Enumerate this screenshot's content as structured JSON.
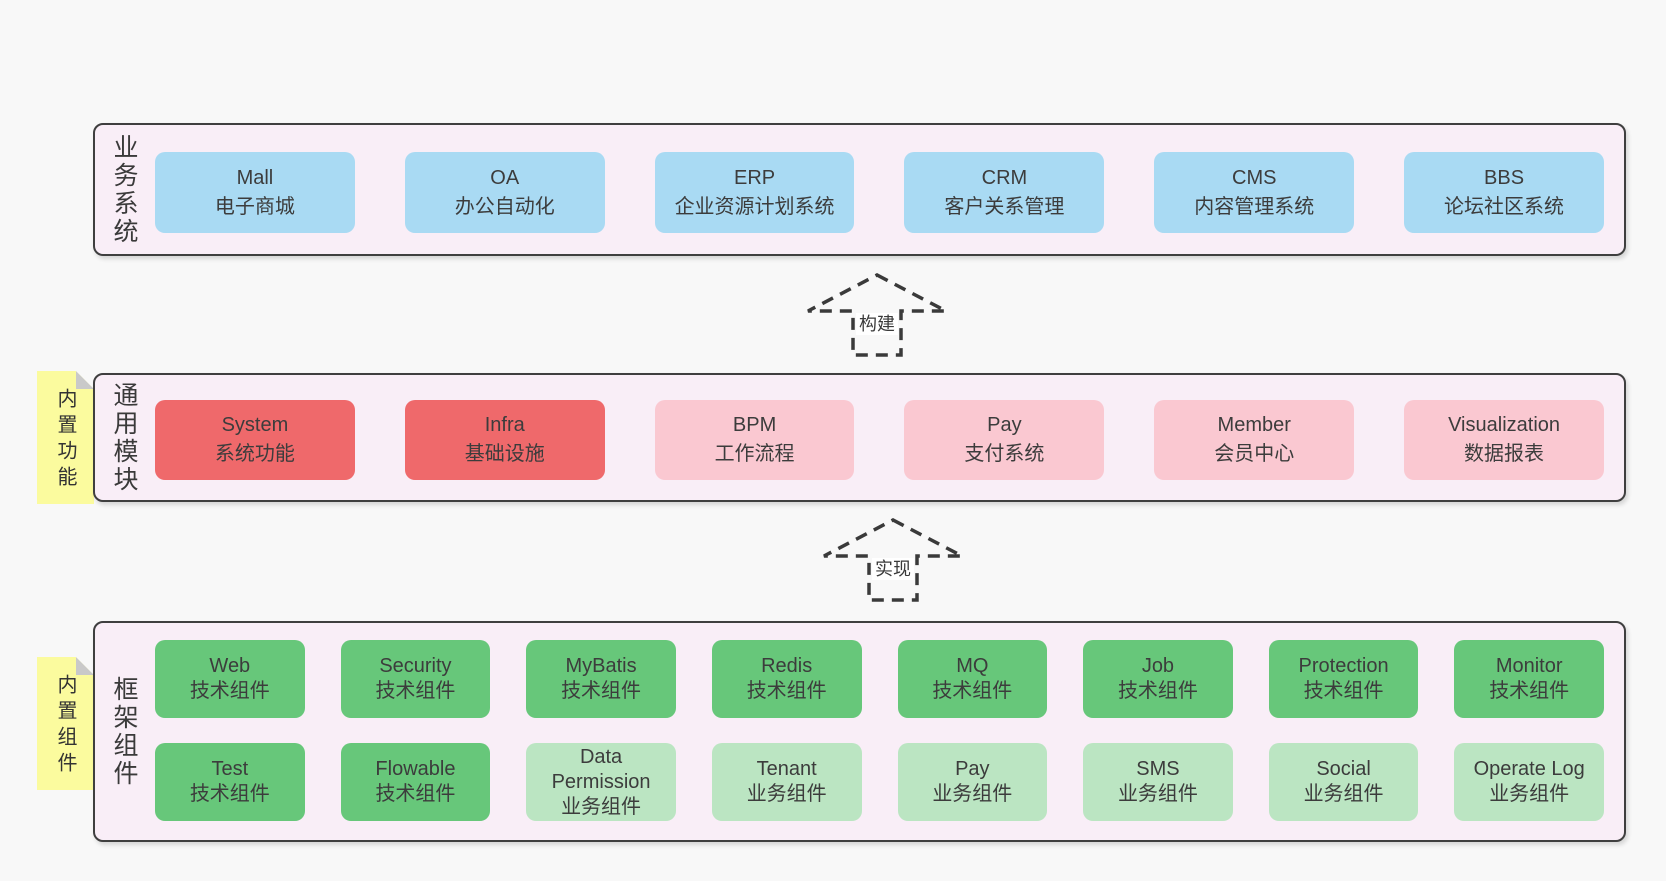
{
  "colors": {
    "page_bg": "#f8f8f8",
    "panel_bg": "#f9eef7",
    "panel_border": "#3f3f3f",
    "blue": "#a9daf3",
    "red": "#ef696b",
    "pink": "#fac8d1",
    "green": "#67c77a",
    "green_light": "#bbe5c2",
    "sticky_yellow": "#fbfb9e",
    "fold_gray": "#c9c9c9",
    "text": "#3a3a3a"
  },
  "sections": {
    "business": {
      "label": "业务系统",
      "boxes": [
        {
          "title": "Mall",
          "subtitle": "电子商城",
          "variant": "blue"
        },
        {
          "title": "OA",
          "subtitle": "办公自动化",
          "variant": "blue"
        },
        {
          "title": "ERP",
          "subtitle": "企业资源计划系统",
          "variant": "blue"
        },
        {
          "title": "CRM",
          "subtitle": "客户关系管理",
          "variant": "blue"
        },
        {
          "title": "CMS",
          "subtitle": "内容管理系统",
          "variant": "blue"
        },
        {
          "title": "BBS",
          "subtitle": "论坛社区系统",
          "variant": "blue"
        }
      ]
    },
    "modules": {
      "label": "通用模块",
      "sticky": "内置功能",
      "boxes": [
        {
          "title": "System",
          "subtitle": "系统功能",
          "variant": "red"
        },
        {
          "title": "Infra",
          "subtitle": "基础设施",
          "variant": "red"
        },
        {
          "title": "BPM",
          "subtitle": "工作流程",
          "variant": "pink"
        },
        {
          "title": "Pay",
          "subtitle": "支付系统",
          "variant": "pink"
        },
        {
          "title": "Member",
          "subtitle": "会员中心",
          "variant": "pink"
        },
        {
          "title": "Visualization",
          "subtitle": "数据报表",
          "variant": "pink"
        }
      ]
    },
    "components": {
      "label": "框架组件",
      "sticky": "内置组件",
      "rows": [
        [
          {
            "title": "Web",
            "subtitle": "技术组件",
            "variant": "green"
          },
          {
            "title": "Security",
            "subtitle": "技术组件",
            "variant": "green"
          },
          {
            "title": "MyBatis",
            "subtitle": "技术组件",
            "variant": "green"
          },
          {
            "title": "Redis",
            "subtitle": "技术组件",
            "variant": "green"
          },
          {
            "title": "MQ",
            "subtitle": "技术组件",
            "variant": "green"
          },
          {
            "title": "Job",
            "subtitle": "技术组件",
            "variant": "green"
          },
          {
            "title": "Protection",
            "subtitle": "技术组件",
            "variant": "green"
          },
          {
            "title": "Monitor",
            "subtitle": "技术组件",
            "variant": "green"
          }
        ],
        [
          {
            "title": "Test",
            "subtitle": "技术组件",
            "variant": "green"
          },
          {
            "title": "Flowable",
            "subtitle": "技术组件",
            "variant": "green"
          },
          {
            "title": "Data Permission",
            "subtitle": "业务组件",
            "variant": "green-light"
          },
          {
            "title": "Tenant",
            "subtitle": "业务组件",
            "variant": "green-light"
          },
          {
            "title": "Pay",
            "subtitle": "业务组件",
            "variant": "green-light"
          },
          {
            "title": "SMS",
            "subtitle": "业务组件",
            "variant": "green-light"
          },
          {
            "title": "Social",
            "subtitle": "业务组件",
            "variant": "green-light"
          },
          {
            "title": "Operate Log",
            "subtitle": "业务组件",
            "variant": "green-light"
          }
        ]
      ]
    }
  },
  "arrows": [
    {
      "label": "构建"
    },
    {
      "label": "实现"
    }
  ]
}
